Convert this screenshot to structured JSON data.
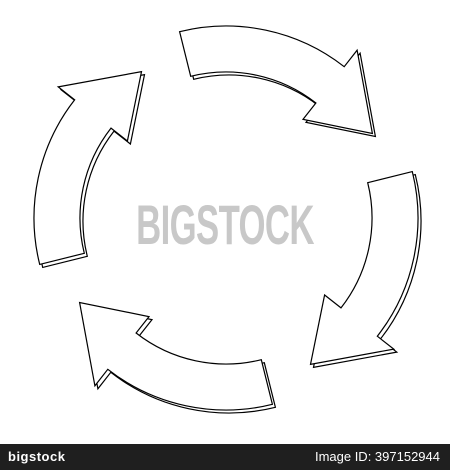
{
  "watermark": {
    "text": "BIGSTOCK"
  },
  "footer": {
    "brand": "bigstock",
    "image_id": "Image ID: 397152944"
  },
  "graphic": {
    "kind": "cycle-arrows",
    "arrow_count": 4,
    "fill": "#ffffff",
    "stroke": "#000000",
    "background": "#ffffff"
  }
}
